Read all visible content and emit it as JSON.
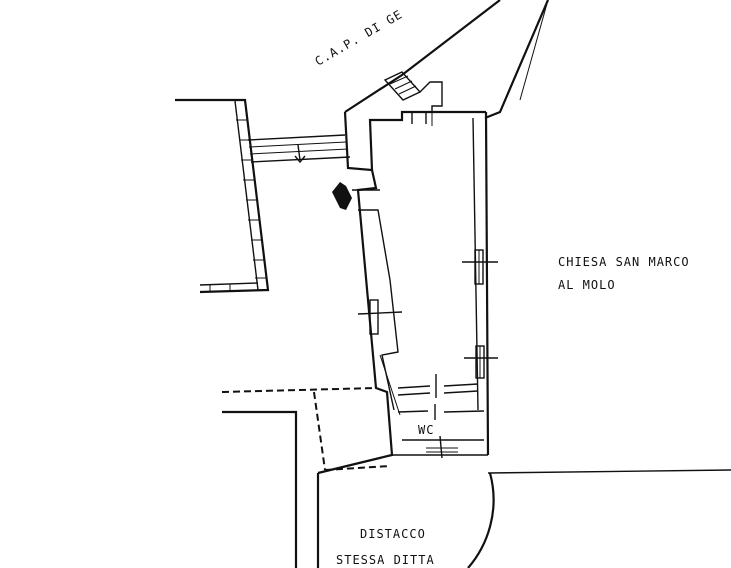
{
  "labels": {
    "street": "C.A.P. DI GE",
    "church_line1": "CHIESA SAN MARCO",
    "church_line2": "AL MOLO",
    "wc": "WC",
    "bottom_line1": "DISTACCO",
    "bottom_line2": "STESSA DITTA"
  },
  "colors": {
    "ink": "#111111",
    "paper": "#ffffff"
  }
}
